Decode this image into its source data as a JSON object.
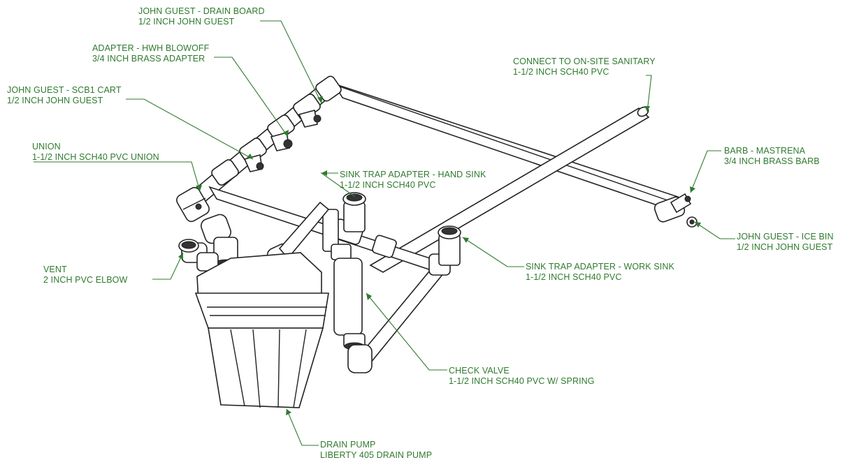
{
  "accent_color": "#2f7a2f",
  "labels": [
    {
      "key": "drain_board",
      "line1": "JOHN GUEST - DRAIN BOARD",
      "line2": "1/2 INCH JOHN GUEST"
    },
    {
      "key": "hwh_blowoff",
      "line1": "ADAPTER - HWH BLOWOFF",
      "line2": "3/4 INCH BRASS ADAPTER"
    },
    {
      "key": "scb1_cart",
      "line1": "JOHN GUEST - SCB1 CART",
      "line2": "1/2 INCH JOHN GUEST"
    },
    {
      "key": "union",
      "line1": "UNION",
      "line2": "1-1/2 INCH SCH40 PVC UNION"
    },
    {
      "key": "vent",
      "line1": "VENT",
      "line2": "2 INCH PVC ELBOW"
    },
    {
      "key": "on_site_sanitary",
      "line1": "CONNECT TO ON-SITE SANITARY",
      "line2": "1-1/2 INCH SCH40 PVC"
    },
    {
      "key": "hand_sink",
      "line1": "SINK TRAP ADAPTER - HAND SINK",
      "line2": "1-1/2 INCH SCH40 PVC"
    },
    {
      "key": "barb_mastrena",
      "line1": "BARB - MASTRENA",
      "line2": "3/4 INCH BRASS BARB"
    },
    {
      "key": "ice_bin",
      "line1": "JOHN GUEST - ICE BIN",
      "line2": "1/2 INCH JOHN GUEST"
    },
    {
      "key": "work_sink",
      "line1": "SINK TRAP ADAPTER - WORK SINK",
      "line2": "1-1/2 INCH SCH40 PVC"
    },
    {
      "key": "check_valve",
      "line1": "CHECK VALVE",
      "line2": "1-1/2 INCH SCH40 PVC W/ SPRING"
    },
    {
      "key": "drain_pump",
      "line1": "DRAIN PUMP",
      "line2": "LIBERTY 405 DRAIN PUMP"
    }
  ]
}
